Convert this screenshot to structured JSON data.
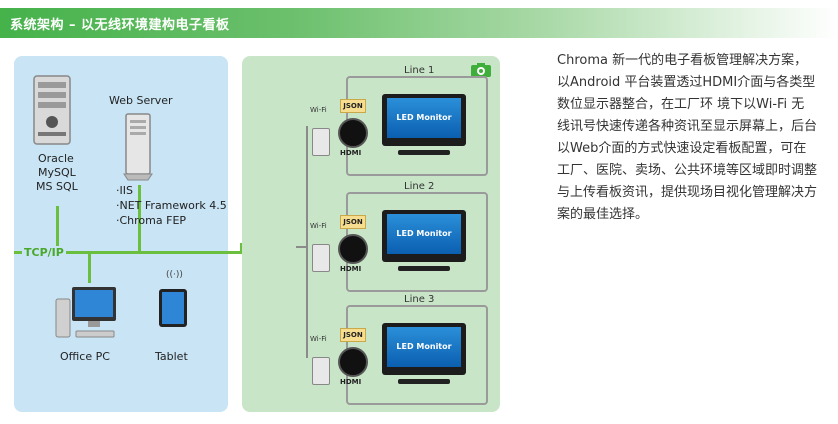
{
  "header": {
    "title": "系统架构 – 以无线环境建构电子看板"
  },
  "left_panel": {
    "web_server": "Web Server",
    "db_lines": [
      "Oracle",
      "MySQL",
      "MS SQL"
    ],
    "server_items": [
      "IIS",
      "NET Framework 4.5",
      "Chroma FEP"
    ],
    "tcpip": "TCP/IP",
    "office_pc": "Office PC",
    "tablet": "Tablet"
  },
  "right_panel": {
    "lines": [
      {
        "label": "Line 1",
        "wifi": "Wi-Fi",
        "json": "JSON",
        "hdmi": "HDMI",
        "monitor": "LED Monitor"
      },
      {
        "label": "Line 2",
        "wifi": "Wi-Fi",
        "json": "JSON",
        "hdmi": "HDMI",
        "monitor": "LED Monitor"
      },
      {
        "label": "Line 3",
        "wifi": "Wi-Fi",
        "json": "JSON",
        "hdmi": "HDMI",
        "monitor": "LED Monitor"
      }
    ]
  },
  "description": "Chroma 新一代的电子看板管理解决方案，以Android 平台装置透过HDMI介面与各类型数位显示器整合，在工厂环 境下以Wi-Fi 无线讯号快速传递各种资讯至显示屏幕上，后台以Web介面的方式快速设定看板配置，可在工厂、医院、卖场、公共环境等区域即时调整与上传看板资讯，提供现场目视化管理解决方案的最佳选择。",
  "colors": {
    "accent_green": "#45b24a",
    "left_panel_bg": "#c8e4f5",
    "right_panel_bg": "#c9e5c8",
    "connection_line": "#6bbf3f",
    "monitor_screen": "#1b77c9"
  },
  "icons": [
    "database-server-icon",
    "web-server-icon",
    "wifi-router-icon",
    "office-pc-icon",
    "tablet-icon",
    "hdmi-icon",
    "android-device-icon",
    "led-monitor-icon",
    "camera-icon"
  ]
}
